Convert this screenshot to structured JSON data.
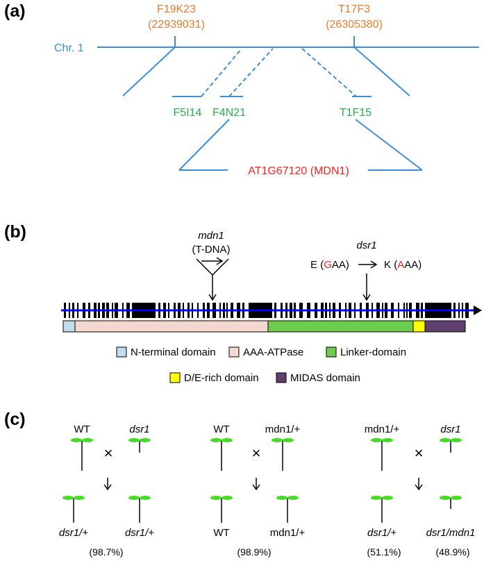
{
  "panels": {
    "a": "(a)",
    "b": "(b)",
    "c": "(c)"
  },
  "panel_a": {
    "chromosome": "Chr. 1",
    "marker_left": {
      "name": "F19K23",
      "position": "(22939031)"
    },
    "marker_right": {
      "name": "T17F3",
      "position": "(26305380)"
    },
    "bacs": [
      "F5I14",
      "F4N21",
      "T1F15"
    ],
    "gene": "AT1G67120 (MDN1)"
  },
  "panel_b": {
    "tdna_gene": "mdn1",
    "tdna_label": "(T-DNA)",
    "mutant": "dsr1",
    "mutation": {
      "from_aa": "E",
      "from_codon_pre": "(",
      "from_codon_hl": "G",
      "from_codon_post": "AA)",
      "to_aa": "K",
      "to_codon_pre": "(",
      "to_codon_hl": "A",
      "to_codon_post": "AA)"
    },
    "domains": [
      {
        "name": "N-terminal domain",
        "color": "#c3dced"
      },
      {
        "name": "AAA-ATPase",
        "color": "#f4d8d0"
      },
      {
        "name": "Linker-domain",
        "color": "#6dcc50"
      },
      {
        "name": "D/E-rich domain",
        "color": "#ffff00"
      },
      {
        "name": "MIDAS domain",
        "color": "#5e3f6e"
      }
    ]
  },
  "panel_c": {
    "cross_symbol": "×",
    "crosses": [
      {
        "parent1": "WT",
        "parent2": "dsr1",
        "progeny1": "dsr1/+",
        "progeny2": "dsr1/+",
        "pct1": "",
        "pct2": "(98.7%)"
      },
      {
        "parent1": "WT",
        "parent2": "mdn1/+",
        "progeny1": "WT",
        "progeny2": "mdn1/+",
        "pct1": "",
        "pct2": "(98.9%)"
      },
      {
        "parent1": "mdn1/+",
        "parent2": "dsr1",
        "progeny1": "dsr1/+",
        "progeny2": "dsr1/mdn1",
        "pct1": "(51.1%)",
        "pct2": "(48.9%)"
      }
    ]
  },
  "colors": {
    "chromosome": "#3a8fd6",
    "marker": "#f07a2a",
    "bac": "#22b14c",
    "gene": "#ff2020",
    "backbone": "#0000ff",
    "seedling": "#44dd22"
  }
}
